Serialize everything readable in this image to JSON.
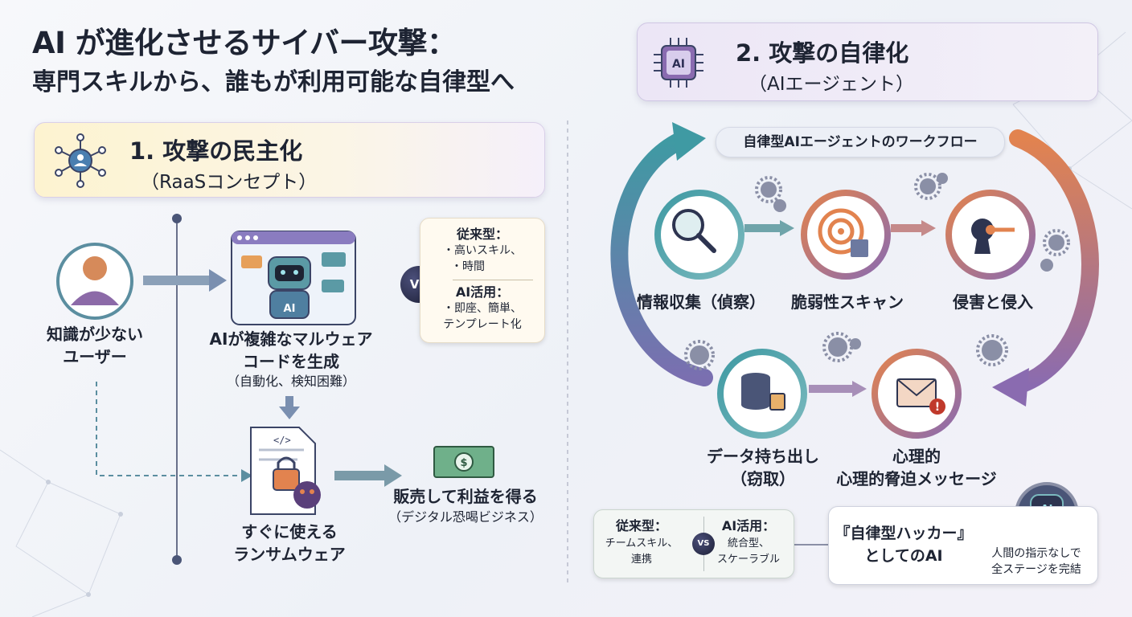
{
  "header": {
    "title": "AI が進化させるサイバー攻撃：",
    "subtitle": "専門スキルから、誰もが利用可能な自律型へ"
  },
  "section1": {
    "title": "1. 攻撃の民主化",
    "subtitle": "（RaaSコンセプト）"
  },
  "section2": {
    "title": "2. 攻撃の自律化",
    "subtitle": "（AIエージェント）",
    "icon_text": "AI"
  },
  "raas": {
    "user_label_1": "知識が少ない",
    "user_label_2": "ユーザー",
    "ai_label_1": "AIが複雑なマルウェア",
    "ai_label_2": "コードを生成",
    "ai_note": "（自動化、検知困難）",
    "robot_badge": "AI",
    "code_tag": "</>",
    "ransom_label_1": "すぐに使える",
    "ransom_label_2": "ランサムウェア",
    "sell_label": "販売して利益を得る",
    "sell_note": "（デジタル恐喝ビジネス）",
    "vs": "VS",
    "compare": {
      "old_title": "従来型：",
      "old_1": "・高いスキル、",
      "old_2": "・時間",
      "new_title": "AI活用：",
      "new_1": "・即座、簡単、",
      "new_2": "テンプレート化"
    }
  },
  "agent": {
    "workflow_label": "自律型AIエージェントのワークフロー",
    "steps": {
      "recon": "情報収集（偵察）",
      "scan": "脆弱性スキャン",
      "intrusion": "侵害と侵入",
      "exfil_1": "データ持ち出し",
      "exfil_2": "（窃取）",
      "psych_1": "心理的",
      "psych_2": "心理的脅迫メッセージ"
    },
    "compare": {
      "old_title": "従来型：",
      "old_1": "チームスキル、",
      "old_2": "連携",
      "new_title": "AI活用：",
      "new_1": "統合型、",
      "new_2": "スケーラブル",
      "vs": "VS"
    },
    "hacker": {
      "title_1": "『自律型ハッカー』",
      "title_2": "としてのAI",
      "note_1": "人間の指示なしで",
      "note_2": "全ステージを完結",
      "badge": "AI"
    }
  },
  "colors": {
    "teal": "#3f9aa3",
    "orange": "#e2834f",
    "purple": "#8a6bb0",
    "dark": "#1e2433"
  }
}
